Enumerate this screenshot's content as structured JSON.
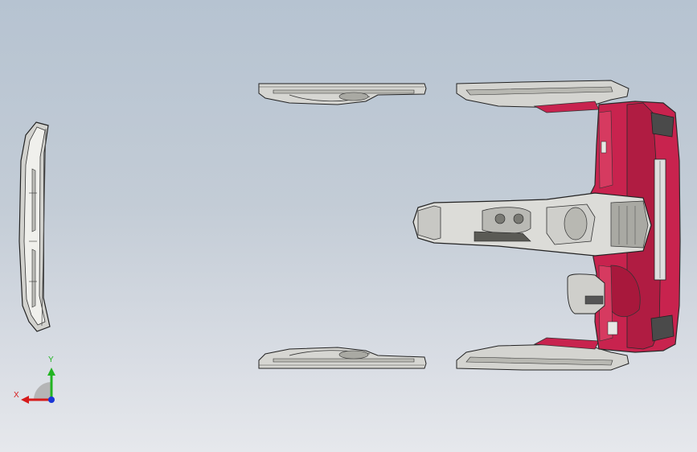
{
  "viewport": {
    "background_top": "#b6c3d1",
    "background_bottom": "#e6e8ec"
  },
  "triad": {
    "x_label": "X",
    "y_label": "Y",
    "x_color": "#d61a1a",
    "y_color": "#22b422",
    "z_color": "#1a36d6"
  },
  "model": {
    "body_color": "#c8234e",
    "trim_color": "#e8e8e4",
    "edge_color": "#2a2a2a"
  },
  "parts": [
    {
      "name": "rear-door-panel",
      "icon": "door-panel-side-view"
    },
    {
      "name": "front-left-door-panel-top",
      "icon": "door-panel-top-view"
    },
    {
      "name": "front-left-door-panel-bottom",
      "icon": "door-panel-top-view"
    },
    {
      "name": "instrument-panel-assembly",
      "icon": "dashboard-assembly"
    }
  ]
}
